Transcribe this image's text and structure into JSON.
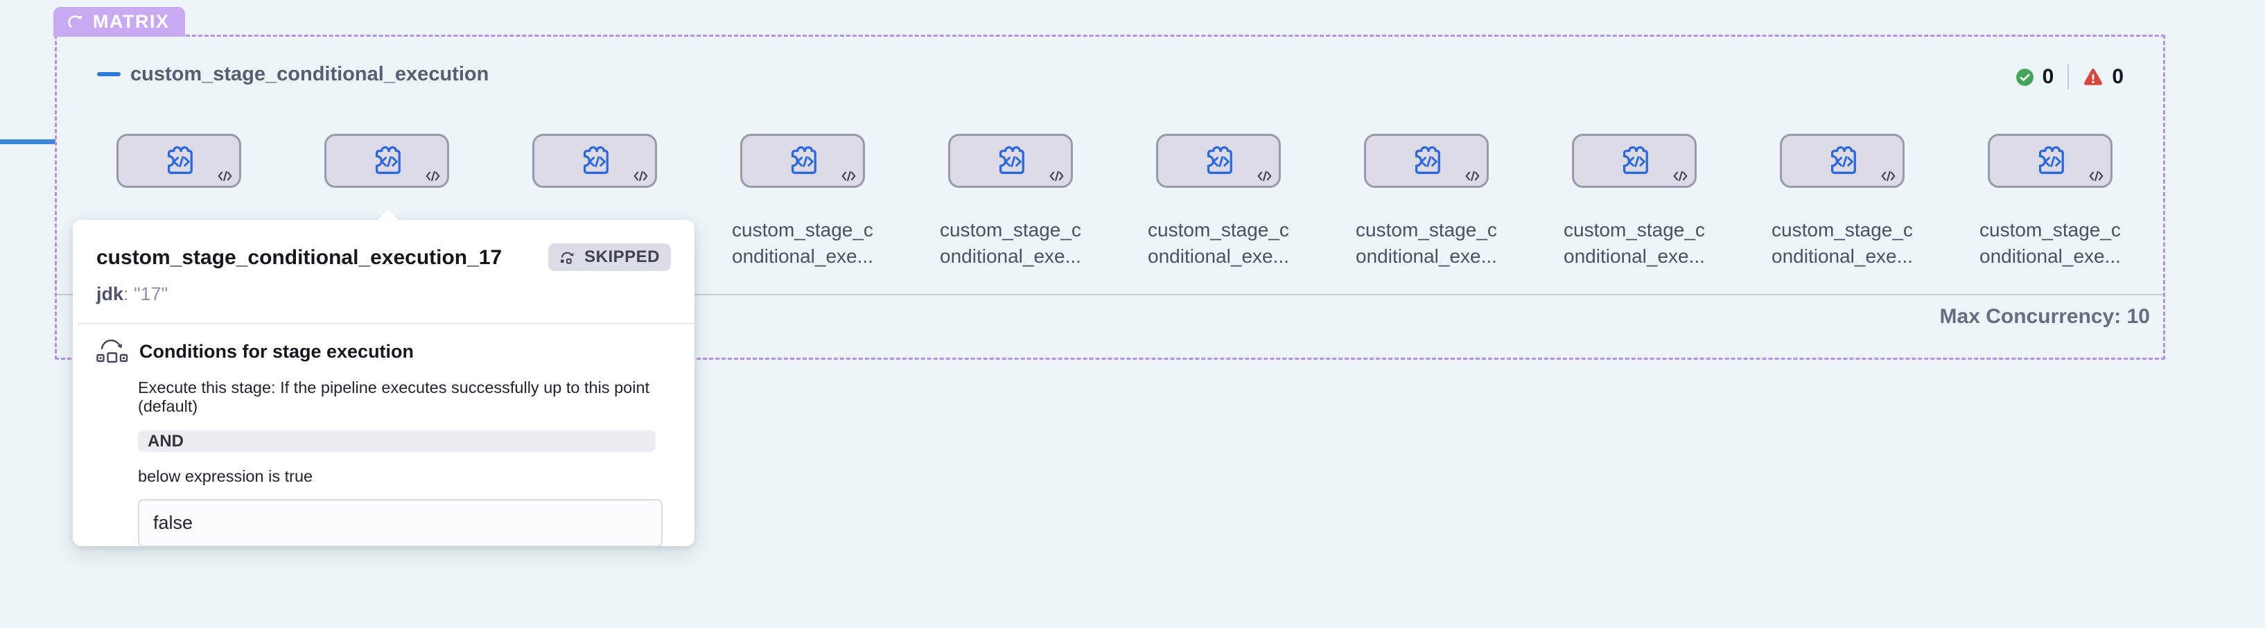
{
  "matrix": {
    "badge_label": "MATRIX",
    "title": "custom_stage_conditional_execution",
    "success_count": "0",
    "failed_count": "0",
    "stage_label_line1": "custom_stage_c",
    "stage_label_line2": "onditional_exe...",
    "stage_count": 10,
    "max_concurrency": "Max Concurrency: 10"
  },
  "tooltip": {
    "title": "custom_stage_conditional_execution_17",
    "status_label": "SKIPPED",
    "param_key": "jdk",
    "param_value": ": \"17\"",
    "conditions": {
      "heading": "Conditions for stage execution",
      "description": "Execute this stage: If the pipeline executes successfully up to this point (default)",
      "operator": "AND",
      "expression_note": "below expression is true",
      "expression_value": "false"
    }
  },
  "icons": {
    "badge": "loop-icon",
    "node": "custom-stage-icon",
    "node_corner": "code-template-icon",
    "status_ok": "success-check-icon",
    "status_fail": "warning-triangle-icon",
    "skipped": "skip-arrow-icon",
    "conditions": "conditional-execution-icon"
  },
  "colors": {
    "page_bg": "#edf5f8",
    "accent_purple": "#c9a9f2",
    "border_purple": "#b491ef",
    "node_fill": "#dcdae6",
    "node_border": "#9b97ac",
    "node_icon_blue": "#2c68dd",
    "success_green": "#44a559",
    "error_red": "#d8473e",
    "connector_blue": "#3a86d8"
  }
}
